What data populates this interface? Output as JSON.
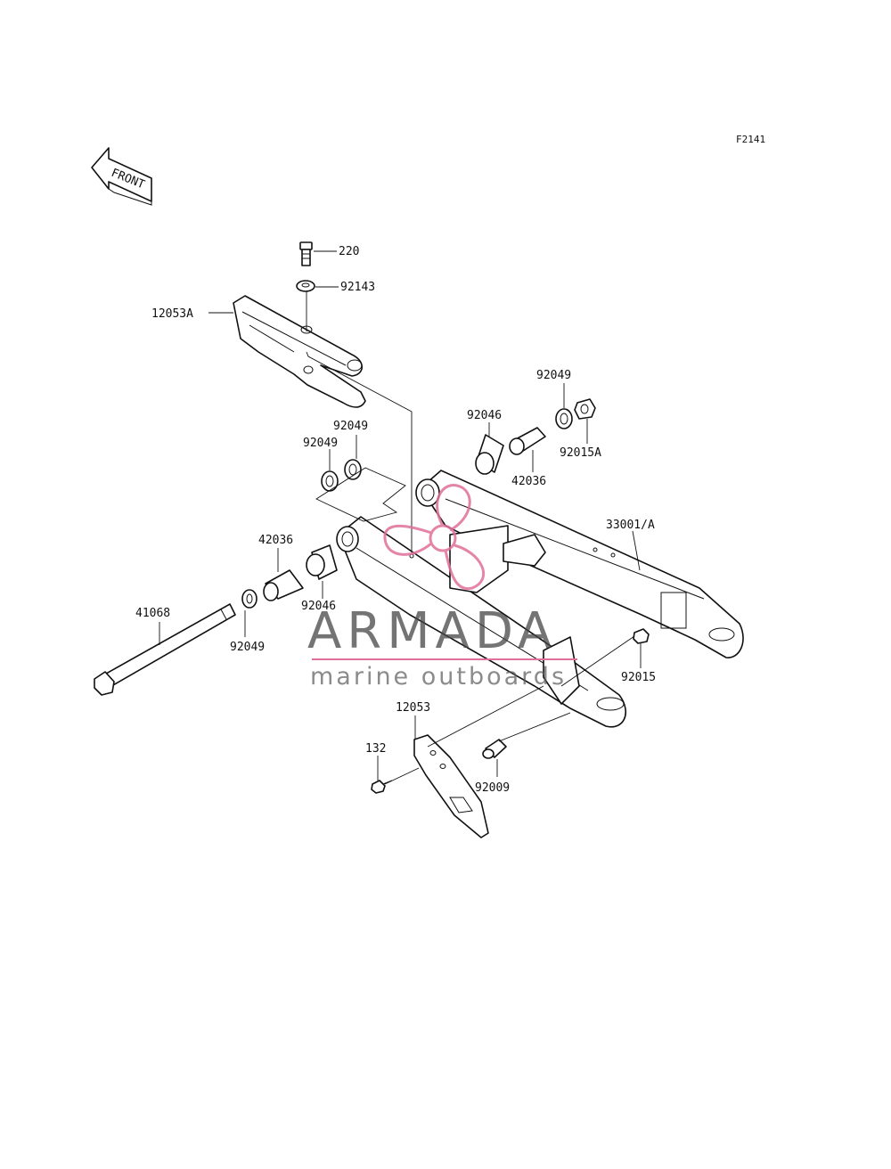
{
  "diagram": {
    "code": "F2141",
    "front_label": "FRONT",
    "parts": {
      "p220": "220",
      "p92143": "92143",
      "p12053A": "12053A",
      "p92049_top": "92049",
      "p92046_top": "92046",
      "p92015A": "92015A",
      "p42036_top": "42036",
      "p92049_left1": "92049",
      "p92049_left2": "92049",
      "p33001A": "33001/A",
      "p42036_left": "42036",
      "p92046_left": "92046",
      "p41068": "41068",
      "p92049_bottom": "92049",
      "p92015": "92015",
      "p12053": "12053",
      "p132": "132",
      "p92009": "92009"
    }
  },
  "watermark": {
    "brand": "ARMADA",
    "tagline": "marine outboards",
    "accent_color": "#e0709a"
  }
}
